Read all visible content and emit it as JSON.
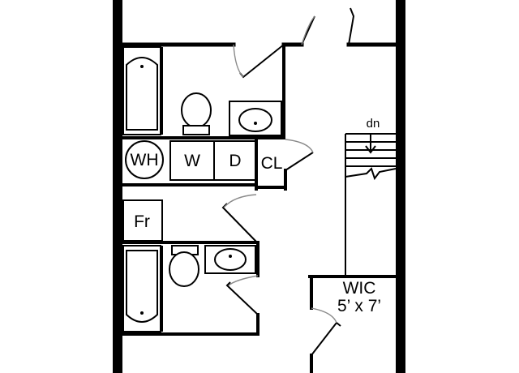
{
  "labels": {
    "water_heater": "WH",
    "washer": "W",
    "dryer": "D",
    "closet": "CL",
    "fridge": "Fr",
    "stairs_direction": "dn",
    "walk_in_closet": "WIC",
    "walk_in_closet_size": "5’ x 7’"
  }
}
